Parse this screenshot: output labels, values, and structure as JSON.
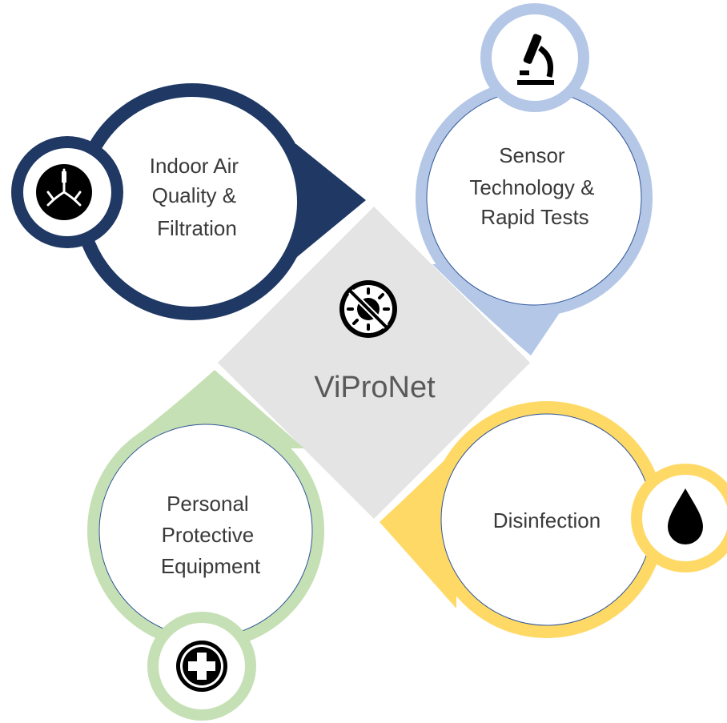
{
  "center": {
    "title": "ViProNet",
    "icon": "no-virus-icon"
  },
  "nodes": {
    "air": {
      "lines": [
        "Indoor Air",
        "Quality &",
        "Filtration"
      ],
      "icon": "lungs-icon",
      "color": "#1f3864"
    },
    "sensor": {
      "lines": [
        "Sensor",
        "Technology &",
        "Rapid Tests"
      ],
      "icon": "microscope-icon",
      "color": "#b4c7e7"
    },
    "ppe": {
      "lines": [
        "Personal",
        "Protective",
        "Equipment"
      ],
      "icon": "medical-cross-icon",
      "color": "#c5e0b4"
    },
    "disinfection": {
      "lines": [
        "Disinfection"
      ],
      "icon": "droplet-icon",
      "color": "#ffd966"
    }
  },
  "colors": {
    "center_square": "#e4e4e4",
    "icon_fill": "#000000"
  }
}
